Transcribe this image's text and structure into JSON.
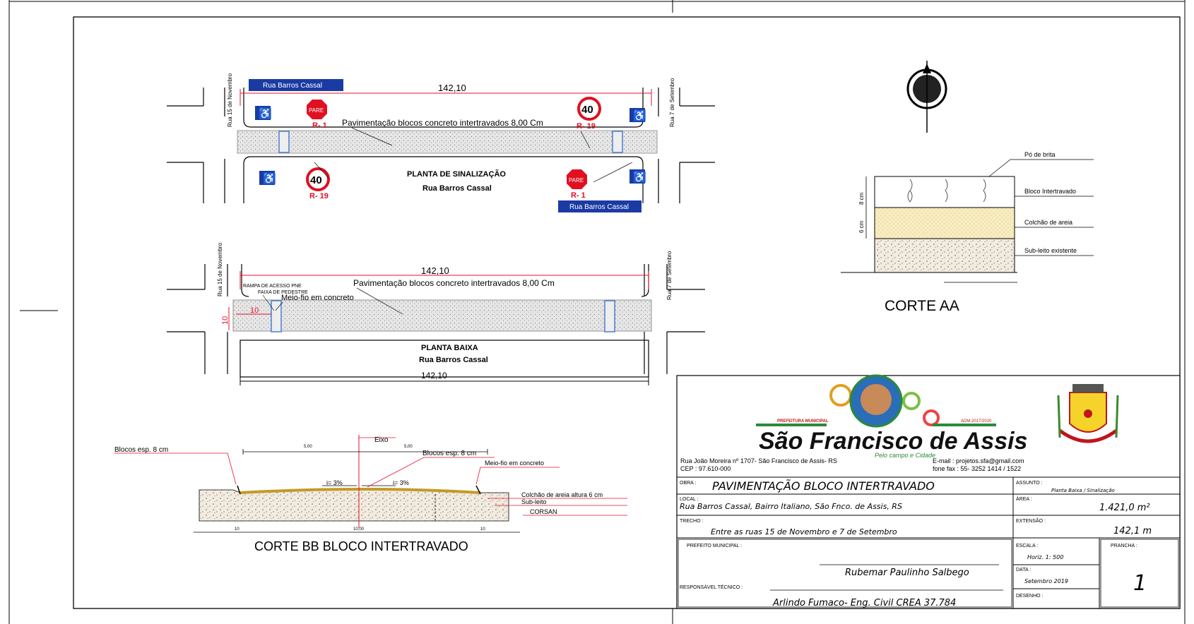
{
  "plan_signage": {
    "street_banner_left": "Rua Barros Cassal",
    "street_banner_right": "Rua Barros Cassal",
    "dimension": "142,10",
    "paving_note": "Pavimentação blocos concreto intertravados 8,00 Cm",
    "left_street": "Rua 15 de Novembro",
    "right_street": "Rua 7 de Setembro",
    "sign_r1": "R- 1",
    "sign_r19": "R- 19",
    "speed": "40",
    "stop": "PARE",
    "title": "PLANTA DE SINALIZAÇÃO",
    "subtitle": "Rua Barros Cassal"
  },
  "plan_base": {
    "dimension_top": "142,10",
    "dimension_bottom": "142,10",
    "paving_note": "Pavimentação blocos concreto intertravados 8,00 Cm",
    "ramp_note": "RAMPA DE ACESSO PNE",
    "crossing_note": "FAIXA DE PEDESTRE",
    "curb_note": "Meio-fio em concreto",
    "left_street": "Rua 15 de Novembro",
    "right_street": "Rua 7 de Setembro",
    "dim_10_h": "10",
    "dim_10_v": "10",
    "title": "PLANTA BAIXA",
    "subtitle": "Rua Barros Cassal"
  },
  "section_aa": {
    "layers": [
      "Pó de brita",
      "Bloco Intertravado",
      "Colchão de areia",
      "Sub-leito existente"
    ],
    "dim_8": "8 cm",
    "dim_6": "6 cm",
    "title": "CORTE AA"
  },
  "section_bb": {
    "left_note": "Blocos esp. 8 cm",
    "axis": "Eixo",
    "top_note": "Blocos esp. 8 cm",
    "curb": "Meio-fio em concreto",
    "sand": "Colchão de areia altura 6 cm",
    "subgrade": "Sub-leito",
    "corsan": "CORSAN",
    "slope_left": "i= 3%",
    "slope_right": "i= 3%",
    "half_left": "5,00",
    "half_right": "5,00",
    "dim_left": "10",
    "dim_total": "10,00",
    "dim_right": "10",
    "title": "CORTE BB BLOCO INTERTRAVADO"
  },
  "title_block": {
    "municipal": "PREFEITURA MUNICIPAL",
    "term": "ADM.2017/2020",
    "logo_name": "São Francisco de Assis",
    "slogan": "Pelo campo e Cidade",
    "address": "Rua João Moreira nº 1707- São Francisco de Assis- RS",
    "cep": "CEP : 97.610-000",
    "email": "E-mail :  projetos.sfa@gmail.com",
    "phone": "fone fax :  55- 3252 1414  / 1522",
    "obra_label": "OBRA :",
    "obra_value": "PAVIMENTAÇÃO BLOCO INTERTRAVADO",
    "assunto_label": "ASSUNTO :",
    "assunto_value": "Planta Baixa / Sinalização",
    "local_label": "LOCAL :",
    "local_value": "Rua Barros Cassal, Bairro Italiano, São Fnco. de Assis, RS",
    "area_label": "ÁREA :",
    "area_value": "1.421,0 m²",
    "trecho_label": "TRECHO :",
    "trecho_value": "Entre as ruas 15 de Novembro e 7 de Setembro",
    "extensao_label": "EXTENSÃO :",
    "extensao_value": "142,1 m",
    "prefeito_label": "PREFEITO MUNICIPAL :",
    "prefeito_value": "Rubemar Paulinho Salbego",
    "responsavel_label": "RESPONSÁVEL TÉCNICO :",
    "responsavel_value": "Arlindo Fumaco- Eng. Civil CREA 37.784",
    "escala_label": "ESCALA :",
    "escala_value": "Horiz. 1: 500",
    "data_label": "DATA :",
    "data_value": "Setembro 2019",
    "desenho_label": "DESENHO :",
    "prancha_label": "PRANCHA :",
    "prancha_value": "1"
  },
  "colors": {
    "dimension": "#e8102a",
    "sign_blue": "#1b3aa3",
    "pavement": "#dcdcdc",
    "sand": "#f6e9b6",
    "soil": "#efe7d8"
  }
}
